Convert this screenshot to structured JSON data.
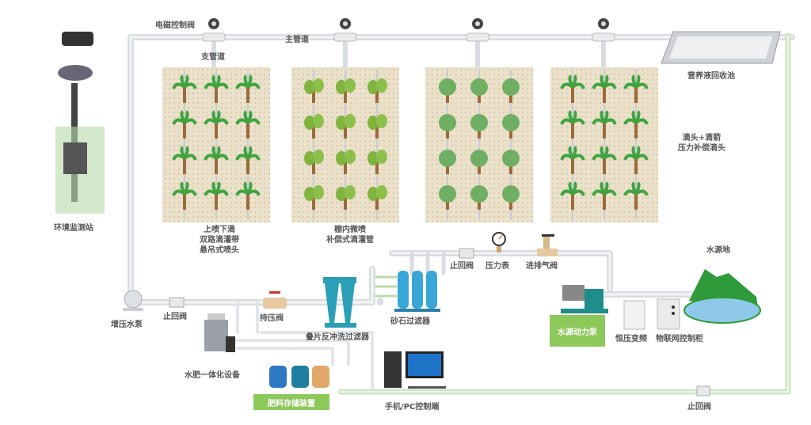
{
  "labels": {
    "solenoid_valve": "电磁控制阀",
    "main_pipe": "主管道",
    "branch_pipe": "支管道",
    "recycle_pool": "营养液回收池",
    "env_station": "环境监测站",
    "field1": [
      "上喷下滴",
      "双路滴灌带",
      "悬吊式喷头"
    ],
    "field2": [
      "棚内微喷",
      "补偿式滴灌管"
    ],
    "field4": [
      "滴头+滴箭",
      "压力补偿滴头"
    ],
    "check_valve_top": "止回阀",
    "pressure_gauge": "压力表",
    "air_valve": "进排气阀",
    "water_source": "水源地",
    "booster_pump": "增压水泵",
    "check_valve_left": "止回阀",
    "pressure_hold_valve": "持压阀",
    "disc_filter": "叠片反冲洗过滤器",
    "sand_filter": "砂石过滤器",
    "fertigation_unit": "水肥一体化设备",
    "fertilizer_storage": "肥料存储装置",
    "pc_control": "手机/PC控制端",
    "source_pump": "水源动力泵",
    "vfd": "恒压变频",
    "iot_cabinet": "物联网控制柜",
    "check_valve_bottom": "止回阀"
  },
  "colors": {
    "pipe": "#e3e6ea",
    "return_pipe": "#cfe6c4",
    "box_green": "#8dc95a",
    "field": "#ebe1cb",
    "tree": "#3fa33f",
    "trunk": "#9b6a3a",
    "filter_blue": "#3aa6d8"
  }
}
